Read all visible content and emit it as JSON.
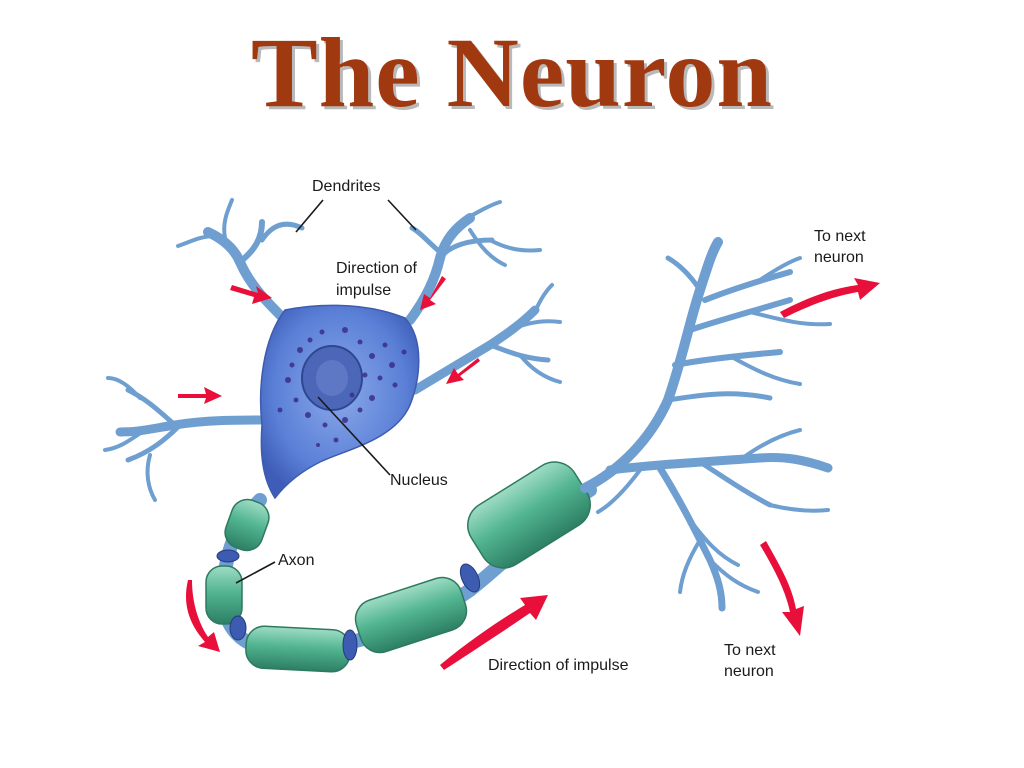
{
  "title": "The Neuron",
  "labels": {
    "dendrites": "Dendrites",
    "direction_top_line1": "Direction of",
    "direction_top_line2": "impulse",
    "nucleus": "Nucleus",
    "axon": "Axon",
    "direction_bottom": "Direction of impulse",
    "next_top_line1": "To next",
    "next_top_line2": "neuron",
    "next_bottom_line1": "To next",
    "next_bottom_line2": "neuron"
  },
  "colors": {
    "title": "#a0390f",
    "dendrite": "#7fb0dc",
    "dendrite_edge": "#4f7fb4",
    "cell_body": "#5b7fd4",
    "nucleus": "#4660b4",
    "myelin": "#4fae8c",
    "node": "#3d5bb0",
    "arrow": "#e8103a"
  }
}
